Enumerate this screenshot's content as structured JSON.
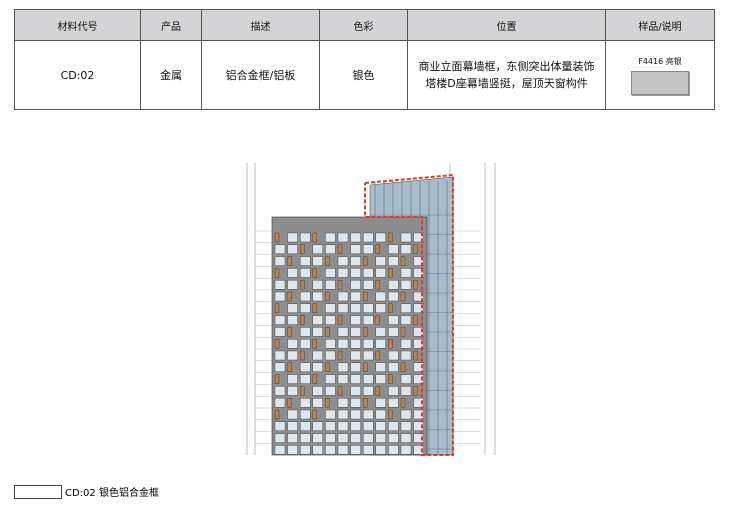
{
  "table": {
    "headers": [
      "材料代号",
      "产品",
      "描述",
      "色彩",
      "位置",
      "样品/说明"
    ],
    "row": {
      "code": "CD:02",
      "product": "金属",
      "description": "铝合金框/铝板",
      "color": "银色",
      "position_line1": "商业立面幕墙框，东侧突出体量装饰",
      "position_line2": "塔楼D座幕墙竖挺，屋顶天窗构件",
      "sample_label": "F4416 亮银",
      "sample_color": "#c4c4c4"
    }
  },
  "legend": {
    "label": "CD:02 银色铝合金框"
  },
  "colors": {
    "highlight": "#e23b2a",
    "wood": "#b9834f",
    "glass": "#a9bccb",
    "frame": "#8d8d8d"
  }
}
